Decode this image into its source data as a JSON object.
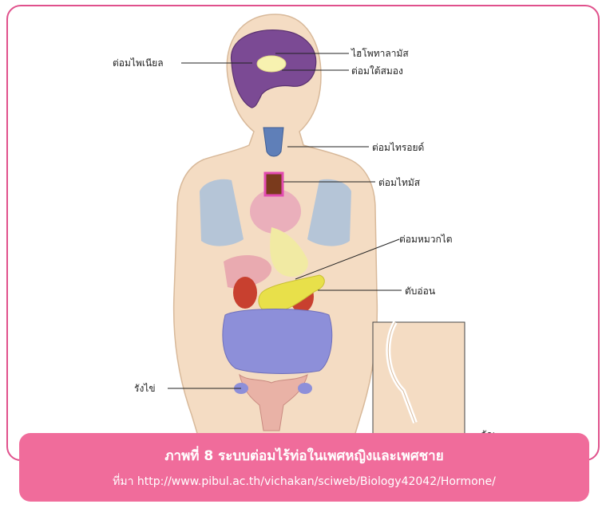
{
  "labels": {
    "pineal": "ต่อมไพเนียล",
    "hypothalamus": "ไฮโพทาลามัส",
    "pituitary": "ต่อมใต้สมอง",
    "thyroid": "ต่อมไทรอยด์",
    "thymus": "ต่อมไทมัส",
    "adrenal": "ต่อมหมวกไต",
    "pancreas": "ตับอ่อน",
    "ovary": "รังไข่",
    "partial": "อัณ"
  },
  "caption": {
    "title": "ภาพที่ 8 ระบบต่อมไร้ท่อในเพศหญิงและเพศชาย",
    "source": "ที่มา  http://www.pibul.ac.th/vichakan/sciweb/Biology42042/Hormone/"
  },
  "colors": {
    "border": "#e0518c",
    "caption_bg": "#f06c9b",
    "skin": "#f4dcc3",
    "brain": "#7b4a94"
  }
}
